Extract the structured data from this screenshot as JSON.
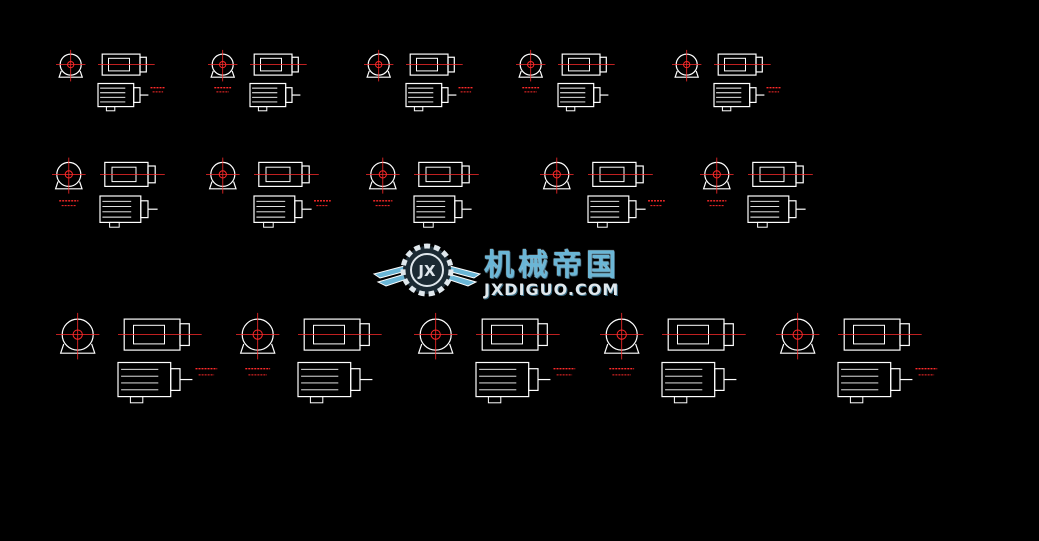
{
  "colors": {
    "background": "#000000",
    "line": "#ffffff",
    "dimension": "#ff2a2a",
    "watermark_blue": "#6ab6d6"
  },
  "watermark": {
    "cn": "机械帝国",
    "en": "JXDIGUO.COM",
    "badge_letters": "JX"
  },
  "drawing": {
    "rows": [
      {
        "size": "small",
        "groups": 5
      },
      {
        "size": "medium",
        "groups": 5
      },
      {
        "size": "large",
        "groups": 5
      }
    ]
  }
}
